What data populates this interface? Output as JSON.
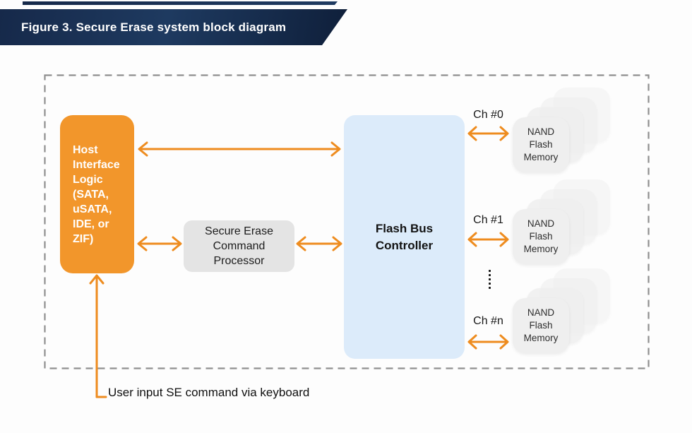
{
  "header": {
    "title": "Figure 3. Secure Erase system block diagram"
  },
  "colors": {
    "accent_orange": "#EE8C1F",
    "host_box_orange": "#F2962B",
    "banner_navy": "#16294A",
    "banner_navy_light": "#1E3A60",
    "banner_navy_deep": "#0F1F3A",
    "processor_gray": "#E4E4E4",
    "controller_blue": "#DCEBFA",
    "memory_card_gray": "#EFEFEF",
    "frame_dash_gray": "#8F8F8F"
  },
  "diagram": {
    "host_block": {
      "label": "Host\nInterface\nLogic\n(SATA,\nuSATA,\nIDE, or\nZIF)"
    },
    "processor_block": {
      "label": "Secure Erase\nCommand\nProcessor"
    },
    "controller_block": {
      "label": "Flash Bus\nController"
    },
    "channels": [
      {
        "label": "Ch #0",
        "memory_label": "NAND\nFlash\nMemory"
      },
      {
        "label": "Ch #1",
        "memory_label": "NAND\nFlash\nMemory"
      },
      {
        "label": "Ch #n",
        "memory_label": "NAND\nFlash\nMemory"
      }
    ]
  },
  "footer": {
    "note": "User input SE command via keyboard"
  }
}
